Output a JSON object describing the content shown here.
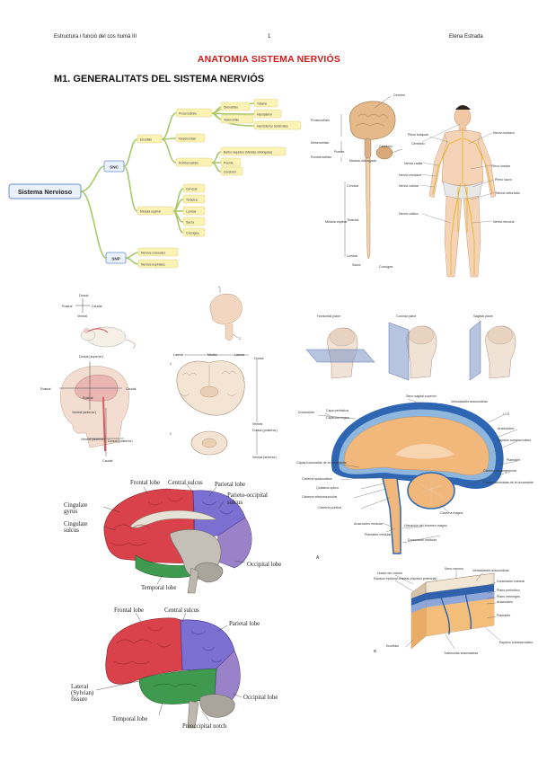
{
  "header": {
    "left": "Estructura i funció del cos humà III",
    "center": "1",
    "right": "Elena Estrada"
  },
  "title": "ANATOMIA SISTEMA NERVIÓS",
  "section_title": "M1. GENERALITATS DEL SISTEMA NERVIÓS",
  "mindmap": {
    "root": "Sistema Nervioso",
    "snc": "SNC",
    "snp": "SNP",
    "encefalo": "Encéfalo",
    "prosencefalo": "Prosencéfalo",
    "diencefalo": "Diencéfalo",
    "telencefalo": "Telencéfalo",
    "talamo": "Tálamo",
    "hipotalamo": "Hipotálamo",
    "hemisferios": "Hemisferios cerebrales",
    "mesencefalo": "Mesencéfalo",
    "rombencefalo": "Rombencéfalo",
    "bulbo": "Bulbo raquídeo (Médula oblongada)",
    "puente": "Puente",
    "cerebelo": "Cerebelo",
    "medula": "Médula espinal",
    "cervical": "Cervical",
    "toracica": "Torácica",
    "lumbar": "Lumbar",
    "sacra": "Sacra",
    "coccigea": "Coccígea",
    "nervios_craneales": "Nervios craneales",
    "nervios_espinales": "Nervios espinales"
  },
  "divisions": {
    "prosencefalo": "Prosencéfalo",
    "mesencefalo": "Mesencéfalo",
    "rombencefalo": "Rombencéfalo",
    "cerebro": "Cerebro",
    "puente": "Puente",
    "medula_oblongada": "Médula oblongada",
    "cerebelo": "Cerebelo",
    "cervical": "Cervical",
    "toracica": "Torácica",
    "medula_espinal": "Médula espinal",
    "lumbar": "Lumbar",
    "sacra": "Sacra",
    "coccigea": "Coccígea"
  },
  "body": {
    "plexo_braquial": "Plexo braquial",
    "cerebelo": "Cerebelo",
    "nervio_radial": "Nervio radial",
    "nervio_mediano": "Nervio mediano",
    "nervio_cubital": "Nervio cubital",
    "nervio_ciatico": "Nervio ciático",
    "nervio_toracico": "Nervio torácico",
    "plexo_lumbar": "Plexo lumbar",
    "plexo_sacro": "Plexo sacro",
    "nervio_obturador": "Nervio obturador",
    "nervio_femoral": "Nervio femoral"
  },
  "orientation": {
    "dorsal": "Dorsal",
    "ventral": "Ventral",
    "rostral": "Rostral",
    "caudal": "Caudal",
    "dorsal_sup": "Dorsal (superior)",
    "ventral_ant": "Ventral (anterior)",
    "dorsal_post": "Dorsal (posterior)",
    "lateral": "Lateral",
    "medial": "Medial",
    "n1": "1",
    "n2": "2"
  },
  "planes": {
    "horizontal": "Horizontal plane",
    "coronal": "Coronal plane",
    "sagittal": "Sagittal plane"
  },
  "meninges": {
    "seno_sagital": "Seno sagital superior",
    "vellosidades": "Vellosidades aracnoideas",
    "duramadre": "Duramadre",
    "capa_perióstica": "Capa perióstica",
    "capa_meningea": "Capa meníngea",
    "lcs": "LCS",
    "aracnoides": "Aracnoides",
    "espacio_sub": "Espacio subaracnoideo",
    "piamadre": "Piamadre",
    "cisterna_cuadrigeminal": "Cisterna cuadrigeminal",
    "capas_fusionadas": "Capas fusionadas de la duramadre",
    "cisterna_quiasmatica": "Cisterna quiasmática",
    "quiasma": "Quiasma óptico",
    "cisterna_interpeduncular": "Cisterna interpeduncular",
    "cisterna_pontina": "Cisterna pontina",
    "cisterna_magna": "Cisterna magna",
    "aracnoides_medular": "Aracnoides medular",
    "piamadre_medular": "Piamadre medular",
    "duramadre_medular": "Duramadre medular",
    "ubicacion": "Ubicación del foramen magno",
    "label_a": "A",
    "label_b": "B"
  },
  "skull": {
    "seno_venoso": "Seno venoso",
    "vellosidades": "Vellosidades aracnoideas",
    "hueso": "Hueso del cráneo",
    "espacio_epidural": "Espacio epidural craneal (espacio potencial)",
    "duramadre_craneal": "Duramadre craneal",
    "plano_periostico": "Plano perióstico",
    "plano_meningeo": "Plano meníngeo",
    "aracnoides": "Aracnoides",
    "piamadre": "Piamadre",
    "encefalo": "Encéfalo",
    "trabeculas": "Trabéculas aracnoideas",
    "espacio_sub": "Espacio subaracnoideo"
  },
  "brain_medial": {
    "frontal": "Frontal lobe",
    "central": "Central sulcus",
    "parietal": "Parietal lobe",
    "parieto_occipital": "Parieto-occipital sulcus",
    "cingulate_gyrus": "Cingulate gyrus",
    "cingulate_sulcus": "Cingulate sulcus",
    "occipital": "Occipital lobe",
    "temporal": "Temporal lobe"
  },
  "brain_lateral": {
    "frontal": "Frontal lobe",
    "central": "Central sulcus",
    "parietal": "Parietal lobe",
    "lateral": "Lateral (Sylvian) fissure",
    "occipital": "Occipital lobe",
    "temporal": "Temporal lobe",
    "preoccipital": "Preoccipital notch"
  },
  "colors": {
    "title_red": "#d21a1a",
    "frontal": "#d9414b",
    "parietal": "#7b6fd1",
    "temporal": "#3f9a4f",
    "occipital": "#9a82c9",
    "brain_tan": "#e8c9a0",
    "mindmap_yellow": "#fbf2b6",
    "mindmap_line": "#a8c96a"
  }
}
